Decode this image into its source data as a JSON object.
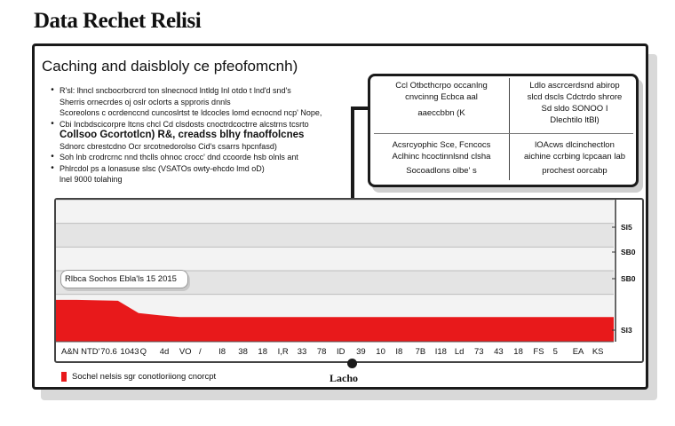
{
  "page": {
    "title": "Data Rechet Relisi"
  },
  "panel": {
    "title": "Caching and daisbloly ce pfeofomcnh)",
    "notes": [
      {
        "text": "R'sl: lhncl  sncbocrbcrcrd ton slnecnocd lntldg  Inl otdo t lnd'd snd's",
        "bullet": true,
        "bold": false
      },
      {
        "text": "Sherris  ornecrdes  oj oslr oclorts  a  spproris dnnls",
        "bullet": false,
        "bold": false
      },
      {
        "text": "Scoreolons  c ocrdenccnd cuncoslrtst te  ldcocles  lomd ecnocnd ncp' Nope,",
        "bullet": false,
        "bold": false
      },
      {
        "text": "Cbi  Incbdscicorpre  ltcns chcl  Cd clsdosts  cnoctrdcoctrre  alcstrns  tcsrto",
        "bullet": true,
        "bold": false
      },
      {
        "text": "Collsoo Gcortotlcn)   R&, creadss  blhy  fnaoffolcnes",
        "bullet": false,
        "bold": true
      },
      {
        "text": "Sdnorc  cbrestcdno  Ocr  srcotnedorolso  Cid's csarrs  hpcnfasd)",
        "bullet": false,
        "bold": false
      },
      {
        "text": "Soh lnb  crodrcrnc  nnd  thclls  ohnoc  crocc' dnd ccoorde  hsb  olnls  ant",
        "bullet": true,
        "bold": false
      },
      {
        "text": "Phlrcdol  ps  a  lonasuse  slsc  (VSATOs  owty-ehcdo  lmd oD)",
        "bullet": true,
        "bold": false
      },
      {
        "text": "lnel  9000  tolahing",
        "bullet": false,
        "bold": false
      }
    ]
  },
  "callout": {
    "top_left": [
      "Ccl Otbcthcrpo occanlng",
      "cnvcinng  Ecbca  aal",
      "aaeccbbn  (K"
    ],
    "top_right": [
      "Ldlo ascrcerdsnd  abirop",
      "slcd  dscls  Cdctrdo  shrore",
      "Sd  sldo  SONOO  I",
      "Dlechtilo  ltBl)"
    ],
    "bottom_left": [
      "Acsrcyophic  Sce,  Fcncocs",
      "Aclhinc  hcoctinnlsnd  clsha",
      "Socoadlons  olbe'  s"
    ],
    "bottom_right": [
      "lOAcws  dlcinchectlon",
      "aichine  ccrbing  lcpcaan  lab",
      "prochest  oorcabp"
    ]
  },
  "chart": {
    "tooltip": "Rlbca  Sochos  Ebla'ls  15  2015",
    "legend": "Sochel nelsis  sgr  conotloriiong  cnorcpt",
    "x_caption": "Lacho"
  },
  "chart_data": {
    "type": "area",
    "x": [
      "A&N",
      "NTD'",
      "70.6",
      "1043",
      "Q",
      "4d",
      "VO",
      "/",
      "I8",
      "38",
      "18",
      "I,R",
      "33",
      "78",
      "ID",
      "39",
      "10",
      "I8",
      "7B",
      "I18",
      "Ld",
      "73",
      "43",
      "18",
      "FS",
      "5",
      "EA",
      "KS"
    ],
    "y_ticks": [
      "SI5",
      "SB0",
      "SB0",
      "SI3"
    ],
    "values": [
      0.95,
      0.94,
      0.94,
      0.93,
      0.6,
      0.55,
      0.55,
      0.55,
      0.55,
      0.55,
      0.55,
      0.55,
      0.55,
      0.55,
      0.55,
      0.55,
      0.55,
      0.55,
      0.55,
      0.55,
      0.55,
      0.55,
      0.55,
      0.55,
      0.55,
      0.55,
      0.55,
      0.55
    ],
    "series": [
      {
        "values": [
          0.95,
          0.95,
          0.94,
          0.93,
          0.65,
          0.6,
          0.56,
          0.56,
          0.56,
          0.56,
          0.56,
          0.56,
          0.56,
          0.56,
          0.56,
          0.56,
          0.56,
          0.56,
          0.56,
          0.56,
          0.56,
          0.56,
          0.56,
          0.56,
          0.56,
          0.56,
          0.56,
          0.56
        ]
      }
    ],
    "color": "#e8191b",
    "grid": true
  }
}
